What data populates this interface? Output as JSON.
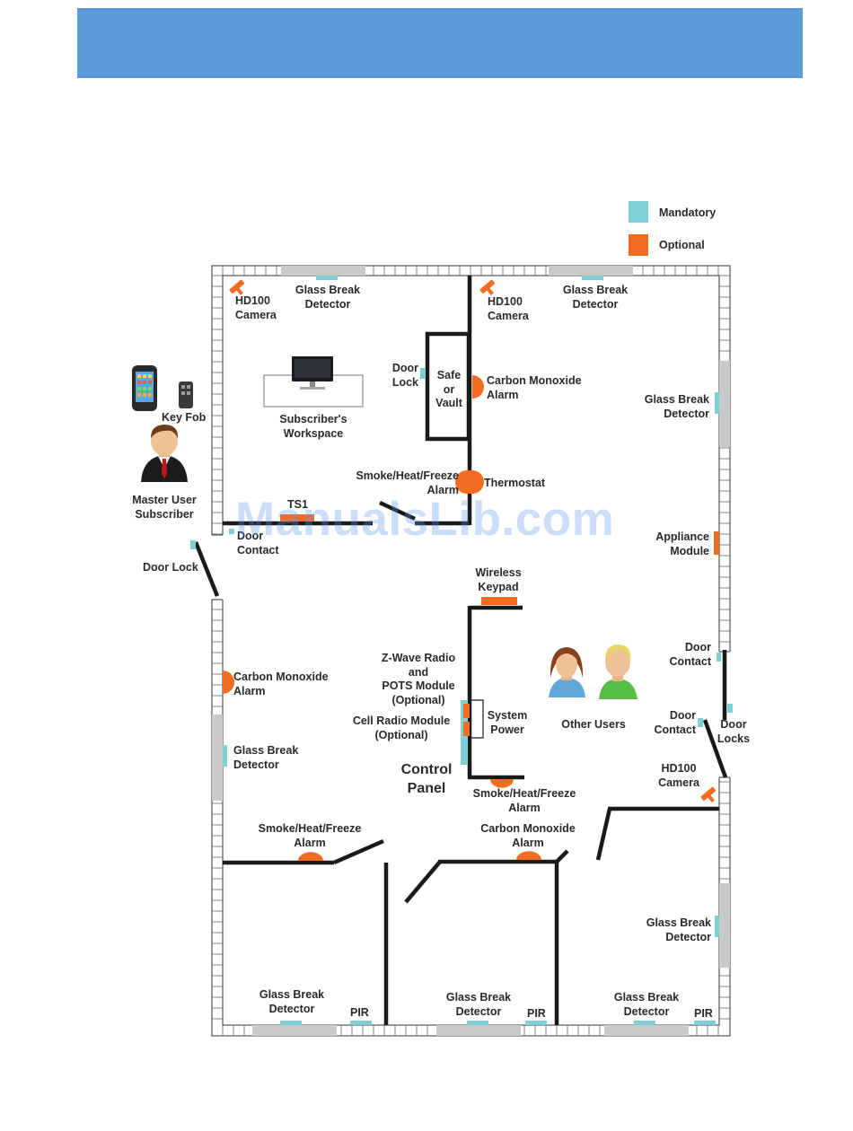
{
  "colors": {
    "header": "#5b9bd9",
    "mandatory": "#7ecfd6",
    "optional": "#f26d21",
    "wall": "#1a1a1a",
    "window": "#c9c9c9"
  },
  "legend": {
    "mandatory": "Mandatory",
    "optional": "Optional"
  },
  "watermark": "ManualsLib.com",
  "labels": {
    "hd100_camera_1": "HD100\nCamera",
    "glass_break_1": "Glass Break\nDetector",
    "hd100_camera_2": "HD100\nCamera",
    "glass_break_2": "Glass Break\nDetector",
    "door_lock_safe": "Door\nLock",
    "safe_vault": "Safe\nor\nVault",
    "co_alarm_1": "Carbon Monoxide\nAlarm",
    "glass_break_3": "Glass Break\nDetector",
    "workspace": "Subscriber's\nWorkspace",
    "key_fob": "Key Fob",
    "master_user": "Master User\nSubscriber",
    "smoke_alarm_1": "Smoke/Heat/Freeze\nAlarm",
    "thermostat": "Thermostat",
    "ts1": "TS1",
    "door_contact_1": "Door\nContact",
    "door_lock_entry": "Door Lock",
    "appliance_module": "Appliance\nModule",
    "wireless_keypad": "Wireless\nKeypad",
    "zwave_module": "Z-Wave Radio\nand\nPOTS Module\n(Optional)",
    "cell_module": "Cell Radio Module\n(Optional)",
    "system_power": "System\nPower",
    "co_alarm_2": "Carbon Monoxide\nAlarm",
    "glass_break_4": "Glass Break\nDetector",
    "control_panel": "Control\nPanel",
    "other_users": "Other Users",
    "door_contact_2": "Door\nContact",
    "door_contact_3": "Door\nContact",
    "door_locks": "Door\nLocks",
    "hd100_camera_3": "HD100\nCamera",
    "smoke_alarm_2": "Smoke/Heat/Freeze\nAlarm",
    "smoke_alarm_3": "Smoke/Heat/Freeze\nAlarm",
    "co_alarm_3": "Carbon Monoxide\nAlarm",
    "glass_break_5": "Glass Break\nDetector",
    "glass_break_6": "Glass Break\nDetector",
    "pir_1": "PIR",
    "glass_break_7": "Glass Break\nDetector",
    "pir_2": "PIR",
    "glass_break_8": "Glass Break\nDetector",
    "pir_3": "PIR"
  }
}
